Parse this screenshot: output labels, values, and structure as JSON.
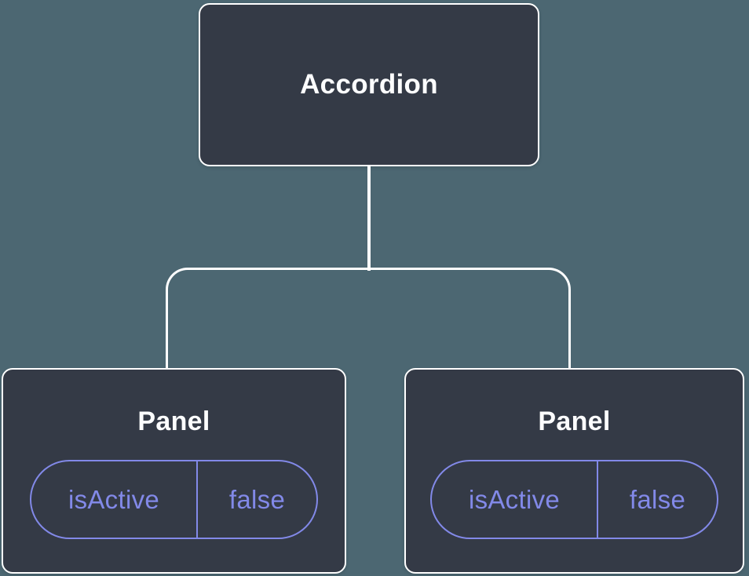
{
  "diagram": {
    "root": {
      "label": "Accordion"
    },
    "children": [
      {
        "label": "Panel",
        "props": [
          {
            "name": "isActive",
            "value": "false"
          }
        ]
      },
      {
        "label": "Panel",
        "props": [
          {
            "name": "isActive",
            "value": "false"
          }
        ]
      }
    ],
    "colors": {
      "background": "#4C6772",
      "node_fill": "#343A46",
      "node_border": "#FFFFFF",
      "connector": "#FFFFFF",
      "label_text": "#FCFDFE",
      "prop_accent": "#8289E8"
    }
  }
}
